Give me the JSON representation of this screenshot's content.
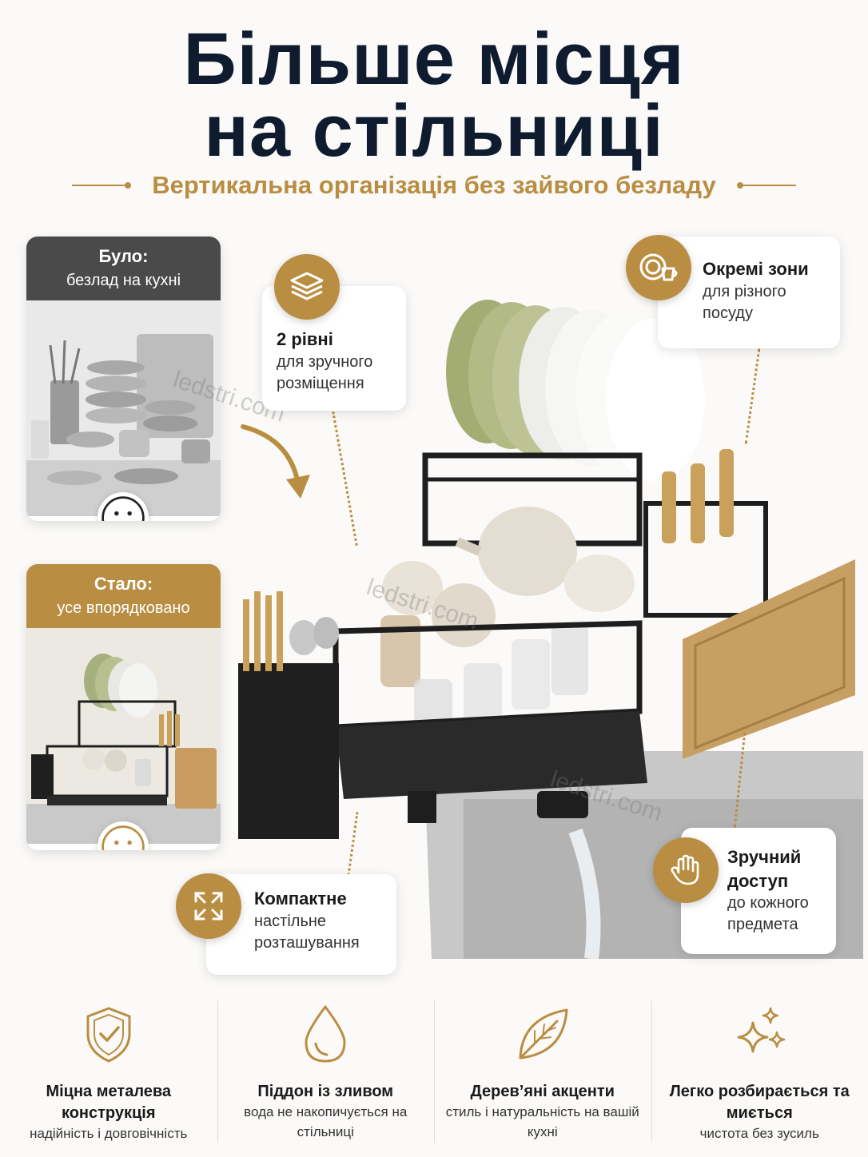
{
  "headline": {
    "line1": "Більше місця",
    "line2": "на стільниці",
    "subline": "Вертикальна організація без зайвого безладу"
  },
  "before": {
    "title": "Було:",
    "subtitle": "безлад на кухні",
    "face_icon": "sad-face-icon"
  },
  "after": {
    "title": "Стало:",
    "subtitle": "усе впорядковано",
    "face_icon": "smile-face-icon"
  },
  "callouts": {
    "levels": {
      "icon": "layers-icon",
      "title": "2 рівні",
      "text": "для зручного розміщення"
    },
    "zones": {
      "icon": "plates-cup-icon",
      "title": "Окремі зони",
      "text": "для різного посуду"
    },
    "compact": {
      "icon": "expand-arrows-icon",
      "title": "Компактне",
      "text": "настільне розташування"
    },
    "access": {
      "icon": "hand-icon",
      "title": "Зручний доступ",
      "text": "до кожного предмета"
    }
  },
  "benefits": [
    {
      "icon": "shield-check-icon",
      "title": "Міцна металева конструкція",
      "text": "надійність і довговічність"
    },
    {
      "icon": "water-drop-icon",
      "title": "Піддон із зливом",
      "text": "вода не накопичується на стільниці"
    },
    {
      "icon": "leaf-icon",
      "title": "Дерев’яні акценти",
      "text": "стиль і натуральність на вашій кухні"
    },
    {
      "icon": "sparkles-icon",
      "title": "Легко розбирається та миється",
      "text": "чистота без зусиль"
    }
  ],
  "watermark": "ledstri.com",
  "colors": {
    "gold": "#b98e42",
    "navy": "#0f1b2e",
    "dark_gray": "#4a4a4a"
  }
}
